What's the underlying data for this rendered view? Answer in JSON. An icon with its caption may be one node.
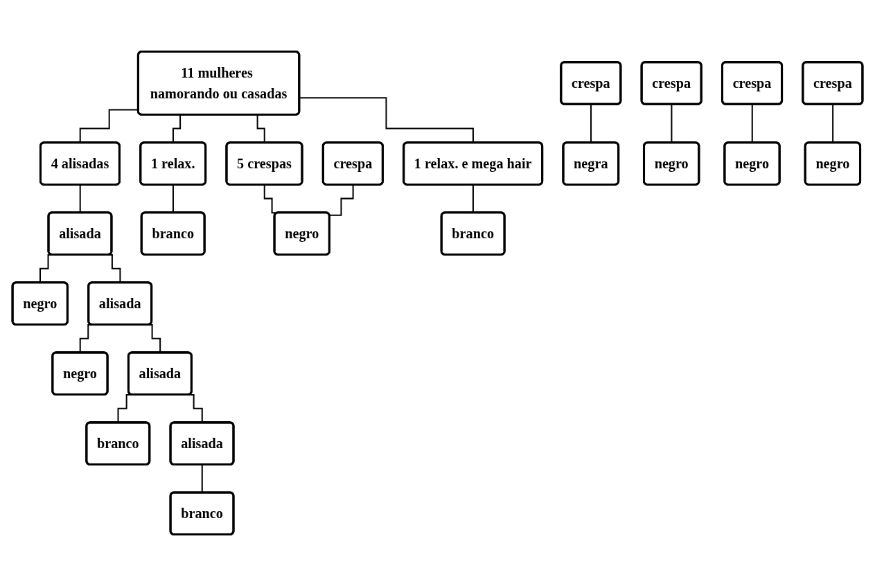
{
  "diagram": {
    "nodes": [
      {
        "text": [
          "11 mulheres namorando ou casadas"
        ]
      },
      {
        "text": [
          "4 alisadas"
        ]
      },
      {
        "text": [
          "1 relax. e mega hair"
        ]
      },
      {
        "text": [
          "1 relax."
        ]
      },
      {
        "text": [
          "5 crespas"
        ]
      },
      {
        "text": [
          "alisada"
        ]
      },
      {
        "text": [
          "negro"
        ]
      },
      {
        "text": [
          "branco"
        ]
      },
      {
        "text": [
          "crespa"
        ]
      },
      {
        "text": [
          "negro"
        ]
      },
      {
        "text": [
          "alisada"
        ]
      },
      {
        "text": [
          "negro"
        ]
      },
      {
        "text": [
          "branco"
        ]
      },
      {
        "text": [
          "crespa"
        ]
      },
      {
        "text": [
          "negra"
        ]
      },
      {
        "text": [
          "alisada"
        ]
      },
      {
        "text": [
          "branco"
        ]
      },
      {
        "text": [
          "crespa"
        ]
      },
      {
        "text": [
          "negro"
        ]
      },
      {
        "text": [
          "alisada"
        ]
      },
      {
        "text": [
          "branco"
        ]
      },
      {
        "text": [
          "crespa"
        ]
      },
      {
        "text": [
          "negro"
        ]
      },
      {
        "text": [
          "crespa"
        ]
      },
      {
        "text": [
          "negro"
        ]
      }
    ],
    "edges": [
      {
        "from": 0,
        "to": 1,
        "arrow": "none"
      },
      {
        "from": 0,
        "to": 2,
        "arrow": "none"
      },
      {
        "from": 0,
        "to": 3,
        "arrow": "none"
      },
      {
        "from": 0,
        "to": 4,
        "arrow": "none"
      },
      {
        "from": 1,
        "to": 5,
        "arrow": "none"
      },
      {
        "from": 5,
        "to": 6,
        "arrow": "none"
      },
      {
        "from": 5,
        "to": 10,
        "arrow": "none"
      },
      {
        "from": 10,
        "to": 11,
        "arrow": "none"
      },
      {
        "from": 10,
        "to": 15,
        "arrow": "none"
      },
      {
        "from": 15,
        "to": 16,
        "arrow": "none"
      },
      {
        "from": 15,
        "to": 19,
        "arrow": "none"
      },
      {
        "from": 19,
        "to": 20,
        "arrow": "none"
      },
      {
        "from": 2,
        "to": 12,
        "arrow": "none"
      },
      {
        "from": 3,
        "to": 7,
        "arrow": "none"
      },
      {
        "from": 4,
        "to": 9,
        "arrow": "none"
      },
      {
        "from": 8,
        "to": 9,
        "arrow": "none"
      },
      {
        "from": 13,
        "to": 14,
        "arrow": "none"
      },
      {
        "from": 17,
        "to": 18,
        "arrow": "none"
      },
      {
        "from": 21,
        "to": 22,
        "arrow": "none"
      },
      {
        "from": 23,
        "to": 24,
        "arrow": "none"
      }
    ]
  }
}
